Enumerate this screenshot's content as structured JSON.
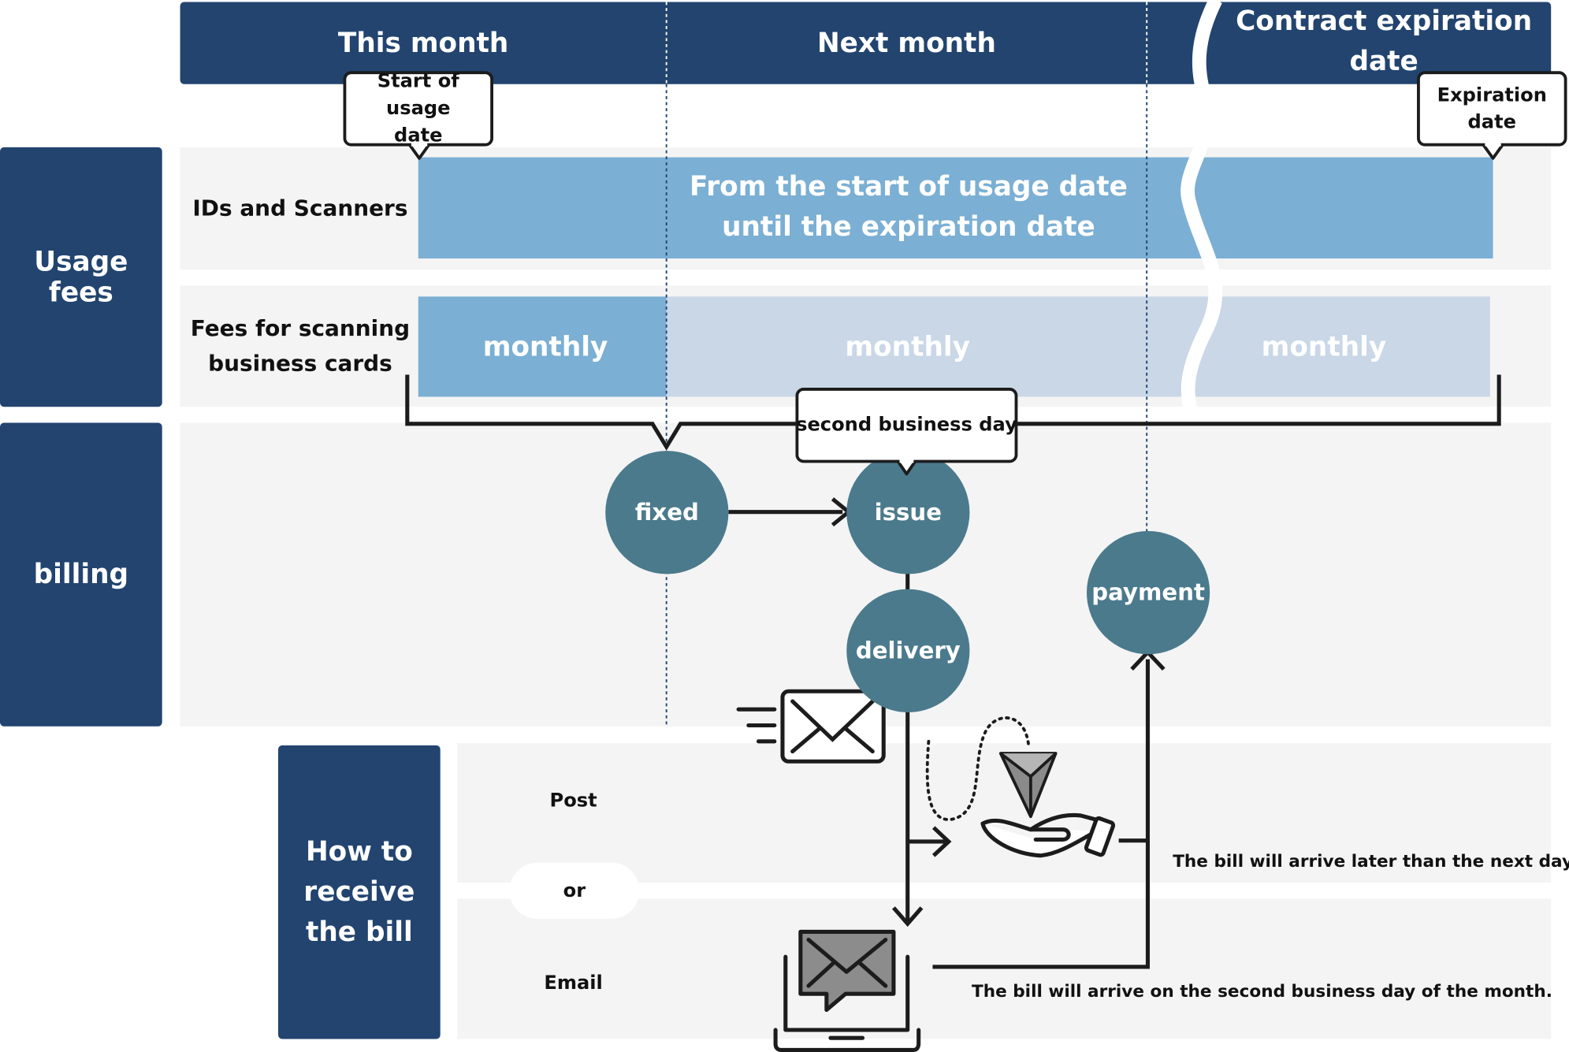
{
  "header": {
    "this_month": "This month",
    "next_month": "Next month",
    "contract_expiration": "Contract expiration date"
  },
  "callouts": {
    "start_of_usage": "Start of usage date",
    "expiration": "Expiration date",
    "second_business_day": "second business day"
  },
  "sections": {
    "usage_fees": "Usage fees",
    "billing": "billing",
    "how_to_receive": "How to receive the bill"
  },
  "rows": {
    "ids_scanners": "IDs and Scanners",
    "scanning_fees": "Fees for scanning business cards"
  },
  "bars": {
    "usage_period": "From the start of usage date until the expiration date",
    "monthly_1": "monthly",
    "monthly_2": "monthly",
    "monthly_3": "monthly"
  },
  "steps": {
    "fixed": "fixed",
    "issue": "issue",
    "delivery": "delivery",
    "payment": "payment"
  },
  "delivery_methods": {
    "post": "Post",
    "or": "or",
    "email": "Email"
  },
  "notes": {
    "post_note": "The bill will arrive later than the next day.",
    "email_note": "The bill will arrive on the second business day of the month."
  },
  "icons": [
    "envelope-icon",
    "paper-plane-icon",
    "open-hand-icon",
    "laptop-mail-icon"
  ],
  "colors": {
    "navy": "#22446f",
    "bar_blue": "#7bafd4",
    "bar_light": "#c9d7e7",
    "step_teal": "#4b7a8c",
    "lane_gray": "#f4f4f4"
  }
}
